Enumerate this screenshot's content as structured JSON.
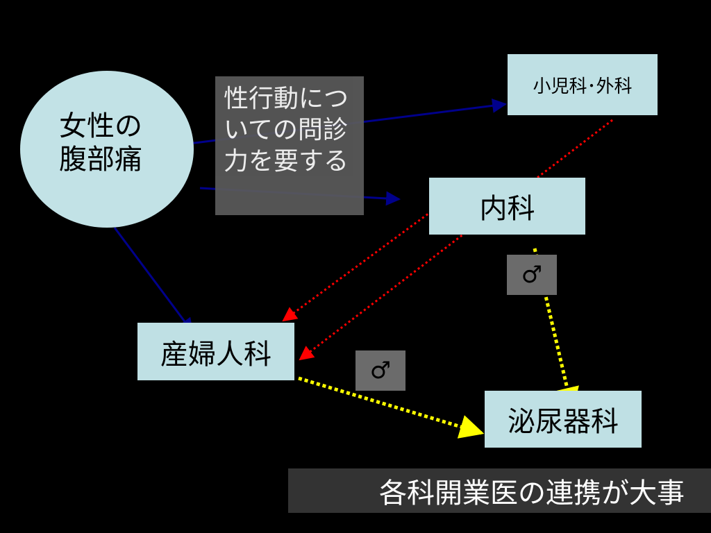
{
  "nodes": {
    "main_symptom": "女性の腹部痛",
    "shouni_geka": "小児科･外科",
    "naika": "内科",
    "sanfujinka": "産婦人科",
    "hinyoukika": "泌尿器科"
  },
  "note": "性行動についての問診力を要する",
  "male_symbol": "♂",
  "footer": "各科開業医の連携が大事",
  "colors": {
    "background": "#000000",
    "node_fill": "#bfe0e4",
    "note_fill": "#5a5a5a",
    "footer_fill": "#333333",
    "arrow_blue": "#00008b",
    "arrow_red": "#ff0000",
    "arrow_yellow": "#ffff00"
  }
}
